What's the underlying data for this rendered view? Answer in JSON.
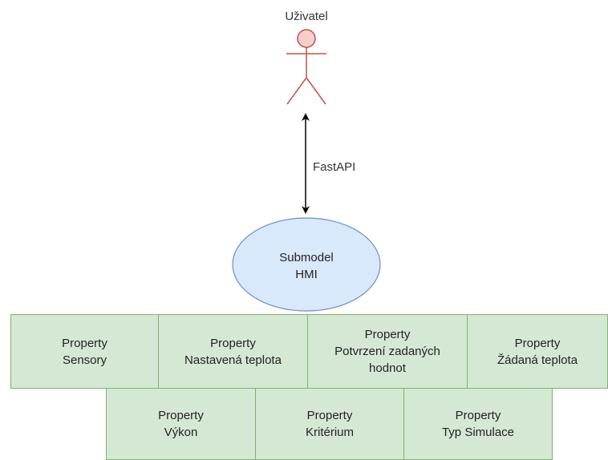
{
  "actor": {
    "label": "Uživatel",
    "color": "#b85450",
    "fill": "#f8cecc"
  },
  "connection": {
    "label": "FastAPI"
  },
  "submodel": {
    "line1": "Submodel",
    "line2": "HMI",
    "fill": "#dae8fc",
    "stroke": "#6c8ebf"
  },
  "properties": {
    "fill": "#d5e8d4",
    "stroke": "#82b366",
    "items": [
      {
        "kind": "Property",
        "name": "Sensory"
      },
      {
        "kind": "Property",
        "name": "Nastavená teplota"
      },
      {
        "kind": "Property",
        "name": "Potvrzení zadaných hodnot"
      },
      {
        "kind": "Property",
        "name": "Žádaná teplota"
      },
      {
        "kind": "Property",
        "name": "Výkon"
      },
      {
        "kind": "Property",
        "name": "Kritérium"
      },
      {
        "kind": "Property",
        "name": "Typ Simulace"
      }
    ]
  }
}
